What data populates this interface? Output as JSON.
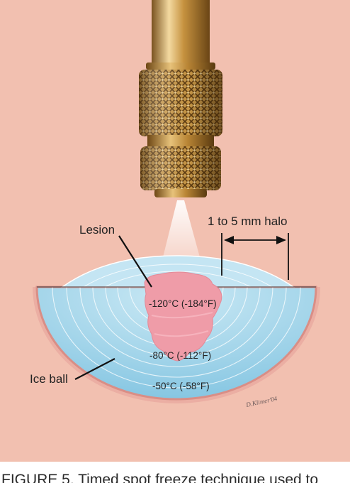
{
  "labels": {
    "lesion": "Lesion",
    "halo": "1 to 5 mm halo",
    "ice_ball": "Ice ball",
    "temp_inner": "-120°C (-184°F)",
    "temp_middle": "-80°C (-112°F)",
    "temp_outer": "-50°C (-58°F)",
    "signature": "D.Klimer'04"
  },
  "caption": "FIGURE 5. Timed spot freeze technique used to",
  "colors": {
    "skin": "#f2c0b0",
    "ice": "#a9d8ec",
    "ice_deep": "#7fc3e2",
    "lesion": "#ee9aa6",
    "brass": "#c99a48"
  }
}
